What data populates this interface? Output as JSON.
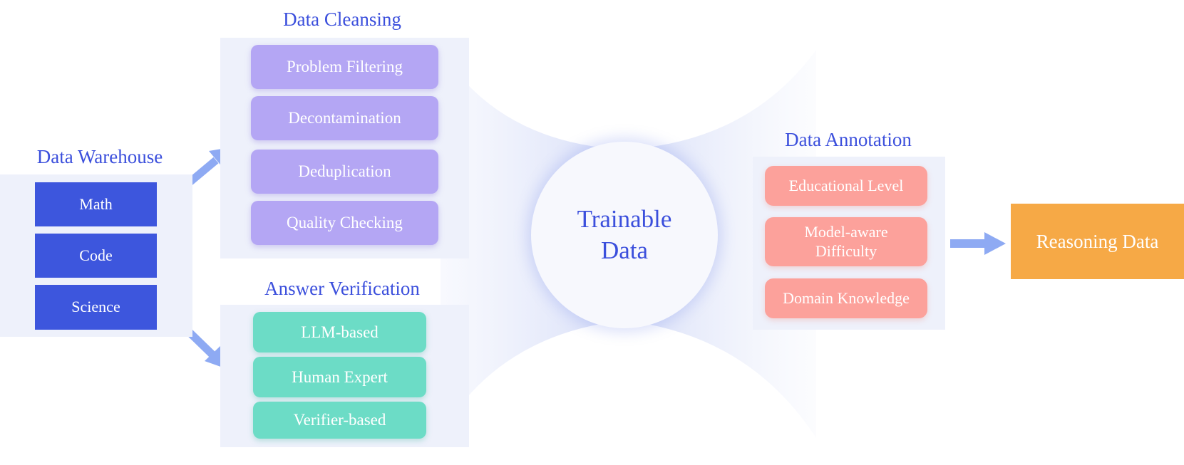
{
  "warehouse": {
    "title": "Data Warehouse",
    "items": [
      {
        "label": "Math"
      },
      {
        "label": "Code"
      },
      {
        "label": "Science"
      }
    ]
  },
  "cleansing": {
    "title": "Data Cleansing",
    "items": [
      {
        "label": "Problem Filtering"
      },
      {
        "label": "Decontamination"
      },
      {
        "label": "Deduplication"
      },
      {
        "label": "Quality Checking"
      }
    ]
  },
  "verification": {
    "title": "Answer Verification",
    "items": [
      {
        "label": "LLM-based"
      },
      {
        "label": "Human Expert"
      },
      {
        "label": "Verifier-based"
      }
    ]
  },
  "center": {
    "label": "Trainable\nData"
  },
  "annotation": {
    "title": "Data Annotation",
    "items": [
      {
        "label": "Educational Level"
      },
      {
        "label": "Model-aware\nDifficulty"
      },
      {
        "label": "Domain Knowledge"
      }
    ]
  },
  "output": {
    "label": "Reasoning Data"
  },
  "colors": {
    "title_text": "#3b4fdc",
    "warehouse_box": "#3d56dd",
    "cleansing_box": "#b4a6f4",
    "verification_box": "#6cdcc6",
    "annotation_box": "#fca19b",
    "output_box": "#f6a946",
    "arrow": "#8eaaf3",
    "panel": "#eef1fb"
  }
}
